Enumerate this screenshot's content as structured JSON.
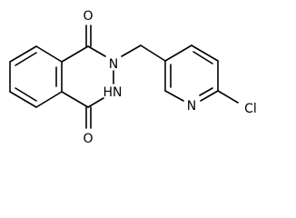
{
  "molecule": {
    "atoms": {
      "o_top": "O",
      "n_upper": "N",
      "n_lower": "HN",
      "o_bottom": "O",
      "n_pyridine": "N",
      "cl": "Cl"
    }
  }
}
